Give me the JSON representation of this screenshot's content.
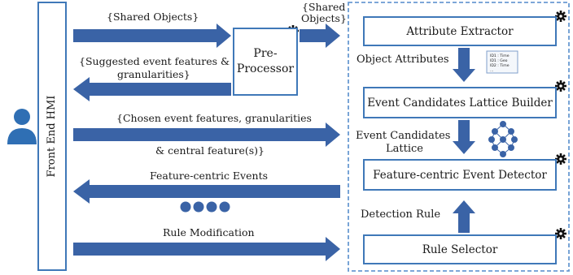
{
  "frontend": {
    "label": "Front End HMI"
  },
  "preprocessor": {
    "label": "Pre-\nProcessor"
  },
  "modules": {
    "attribute_extractor": "Attribute Extractor",
    "lattice_builder": "Event Candidates Lattice Builder",
    "event_detector": "Feature-centric Event Detector",
    "rule_selector": "Rule Selector"
  },
  "flows": {
    "shared_objects_1": "{Shared Objects}",
    "shared_objects_2_line1": "{Shared",
    "shared_objects_2_line2": "Objects}",
    "suggested_line1": "{Suggested event features &",
    "suggested_line2": "granularities}",
    "chosen_line1": "{Chosen event features, granularities",
    "chosen_line2": "& central feature(s)}",
    "feature_centric_events": "Feature-centric Events",
    "rule_modification": "Rule Modification"
  },
  "internal_labels": {
    "object_attributes": "Object Attributes",
    "event_candidates_line1": "Event Candidates",
    "event_candidates_line2": "Lattice",
    "detection_rule": "Detection Rule"
  },
  "attribute_table": [
    "ID1 : Time",
    "ID1 : Geo",
    "ID2 : Time",
    "..."
  ],
  "colors": {
    "arrow": "#3a63a6",
    "box_border": "#3f78b8",
    "dashed_border": "#6a9ad2",
    "dots": "#3a63a6",
    "lattice": "#3a63a6"
  },
  "icons": {
    "user": "user-icon",
    "gear": "gear-icon"
  }
}
